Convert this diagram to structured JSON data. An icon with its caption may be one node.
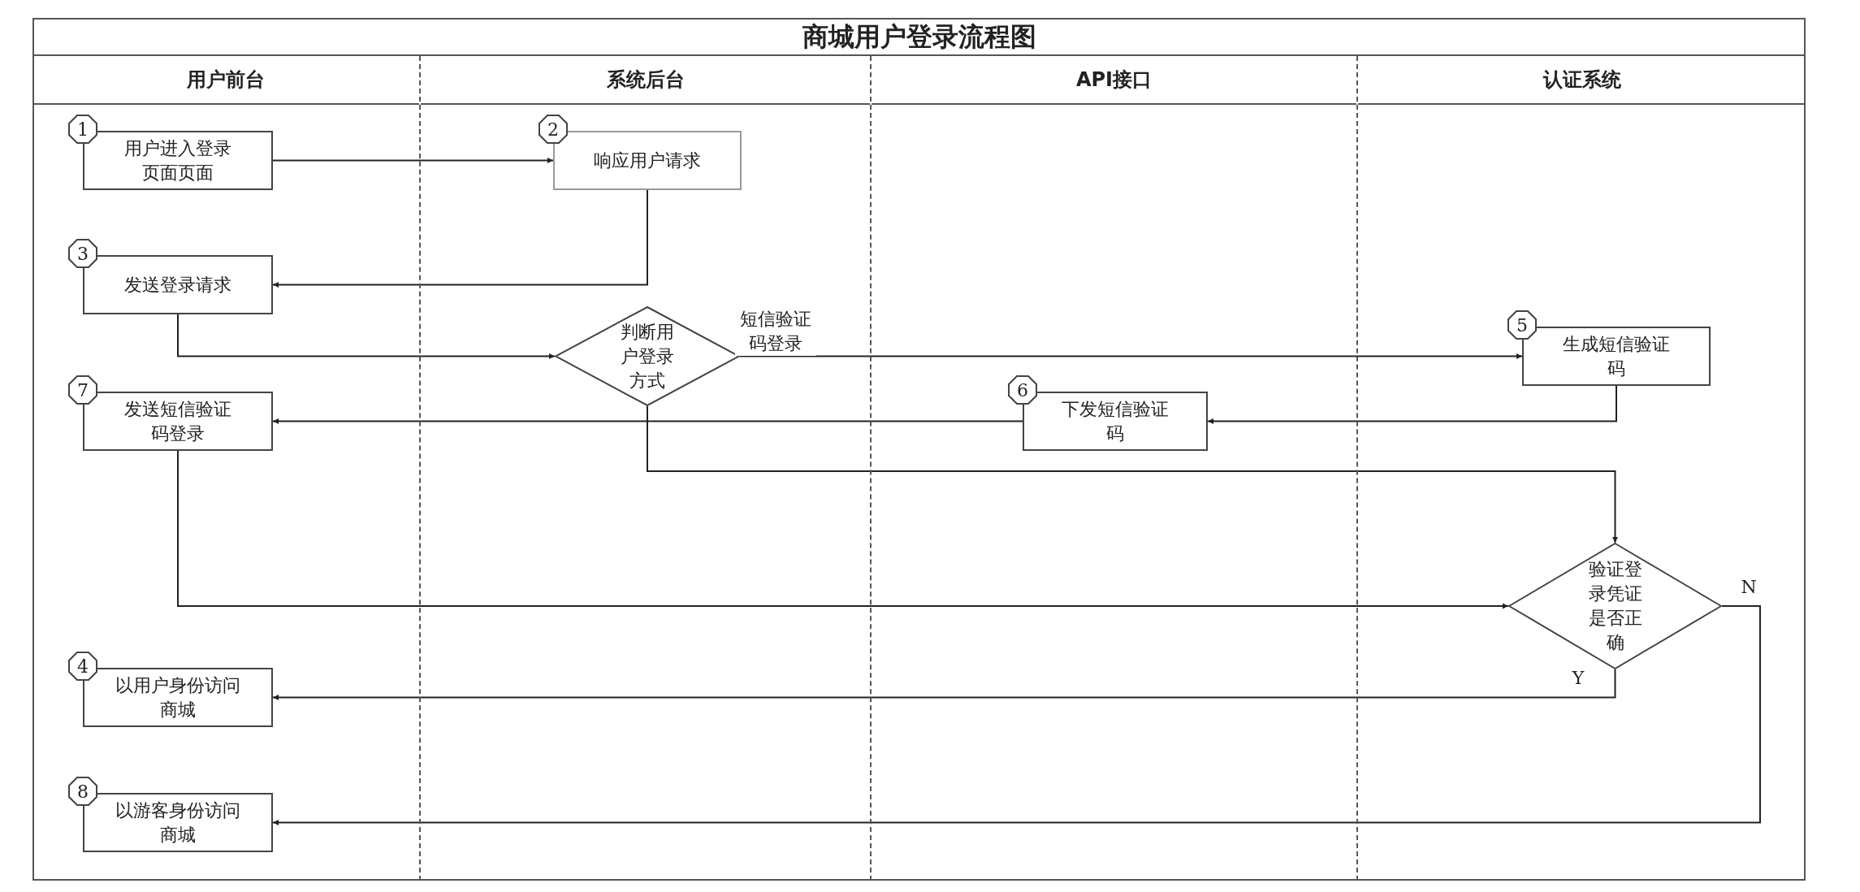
{
  "diagram": {
    "title": "商城用户登录流程图",
    "nodes": [
      {
        "text": [
          "用户前台"
        ]
      },
      {
        "text": [
          "系统后台"
        ]
      },
      {
        "text": [
          "API接口"
        ]
      },
      {
        "text": [
          "认证系统"
        ]
      },
      {
        "text": [
          "用户进入登录页面页面"
        ],
        "in": 0,
        "beside": [
          "1"
        ]
      },
      {
        "text": [
          "响应用户请求"
        ],
        "in": 1,
        "beside": [
          "2"
        ]
      },
      {
        "text": [
          "发送登录请求"
        ],
        "in": 0,
        "beside": [
          "3"
        ]
      },
      {
        "text": [
          "判断用户登录方式"
        ],
        "in": 1
      },
      {
        "text": [
          "生成短信验证码"
        ],
        "in": 3,
        "beside": [
          "5"
        ]
      },
      {
        "text": [
          "下发短信验证码"
        ],
        "in": 2,
        "beside": [
          "6"
        ]
      },
      {
        "text": [
          "发送短信验证码登录"
        ],
        "in": 0,
        "beside": [
          "7"
        ]
      },
      {
        "text": [
          "验证登录凭证是否正确"
        ],
        "in": 3
      },
      {
        "text": [
          "以用户身份访问商城"
        ],
        "in": 0,
        "beside": [
          "4"
        ]
      },
      {
        "text": [
          "以游客身份访问商城"
        ],
        "in": 0,
        "beside": [
          "8"
        ]
      }
    ],
    "edges": [
      {
        "from": 4,
        "to": 5,
        "arrow": "to"
      },
      {
        "from": 5,
        "to": 6,
        "arrow": "to"
      },
      {
        "from": 6,
        "to": 7,
        "arrow": "to"
      },
      {
        "from": 7,
        "to": 8,
        "arrow": "to",
        "label": "短信验证码登录"
      },
      {
        "from": 8,
        "to": 9,
        "arrow": "to"
      },
      {
        "from": 9,
        "to": 10,
        "arrow": "to"
      },
      {
        "from": 7,
        "to": 11,
        "arrow": "to"
      },
      {
        "from": 10,
        "to": 11,
        "arrow": "to"
      },
      {
        "from": 11,
        "to": 12,
        "arrow": "to",
        "label": "Y"
      },
      {
        "from": 11,
        "to": 13,
        "arrow": "to",
        "label": "N"
      }
    ]
  }
}
